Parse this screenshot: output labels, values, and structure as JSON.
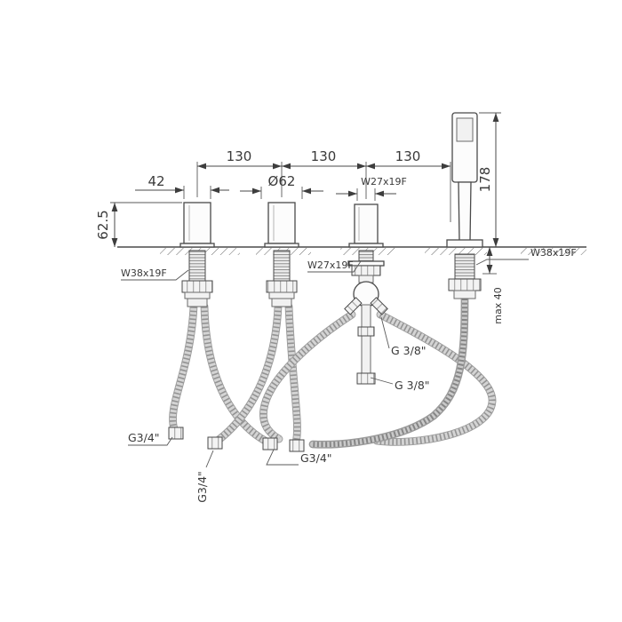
{
  "dims": {
    "span1": "130",
    "span2": "130",
    "span3": "130",
    "handle_width": "42",
    "spout_diameter": "Ø62",
    "thread_top": "W27x19F",
    "shower_height": "178",
    "body_height": "62.5",
    "thread_left": "W38x19F",
    "thread_mid": "W27x19F",
    "thread_right": "W38x19F",
    "deck_max": "max 40"
  },
  "connections": {
    "g38_upper": "G 3/8\"",
    "g38_lower": "G 3/8\"",
    "g34_left": "G3/4\"",
    "g34_center": "G3/4\"",
    "g34_bottom": "G3/4\""
  }
}
